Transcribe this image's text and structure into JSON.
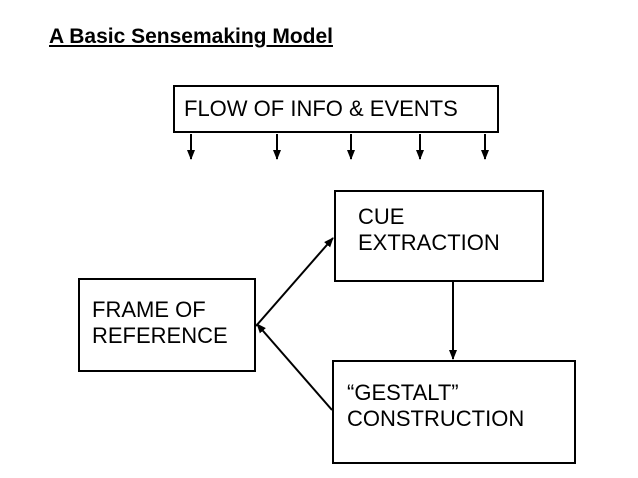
{
  "title": "A Basic Sensemaking Model",
  "boxes": {
    "flow": {
      "lines": [
        "FLOW OF INFO & EVENTS"
      ]
    },
    "cue": {
      "lines": [
        "CUE",
        "EXTRACTION"
      ]
    },
    "frame": {
      "lines": [
        "FRAME OF",
        "REFERENCE"
      ]
    },
    "gestalt": {
      "lines": [
        "“GESTALT”",
        "CONSTRUCTION"
      ]
    }
  },
  "connections": [
    {
      "from": "flow",
      "to": "below",
      "count": 5
    },
    {
      "from": "cue",
      "to": "gestalt"
    },
    {
      "from": "frame",
      "to": "cue"
    },
    {
      "from": "gestalt",
      "to": "frame"
    }
  ],
  "colors": {
    "stroke": "#000000",
    "background": "#ffffff"
  }
}
